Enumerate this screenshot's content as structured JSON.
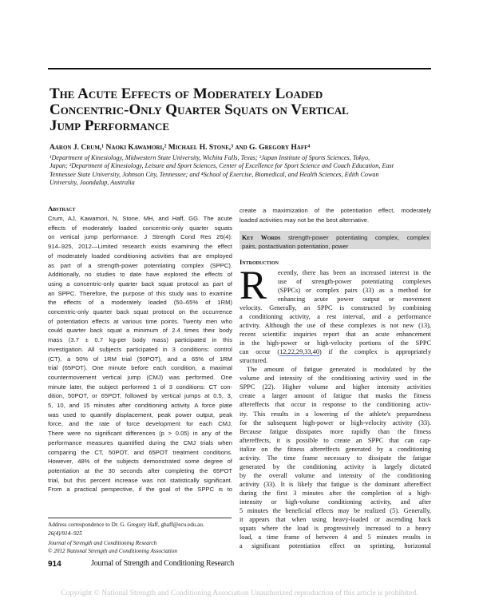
{
  "title_lines": [
    "The Acute Effects of Moderately Loaded",
    "Concentric-Only Quarter Squats on Vertical",
    "Jump Performance"
  ],
  "authors": "Aaron J. Crum,¹ Naoki Kawamori,² Michael H. Stone,³ and G. Gregory Haff⁴",
  "affiliations": [
    "¹Department of Kinesiology, Midwestern State University, Wichita Falls, Texas; ²Japan Institute of Sports Sciences, Tokyo,",
    "Japan; ³Department of Kinesiology, Leisure and Sport Sciences, Center of Excellence for Sport Science and Coach Education, East",
    "Tennessee State University, Johnson City, Tennessee; and ⁴School of Exercise, Biomedical, and Health Sciences, Edith Cowan",
    "University, Joondalup, Australia"
  ],
  "abstract": {
    "heading": "Abstract",
    "lines": [
      "Crum, AJ, Kawamori, N, Stone, MH, and Haff, GG. The acute",
      "effects of moderately loaded concentric-only quarter squats",
      "on vertical jump performance. J Strength Cond Res 26(4):",
      "914–925, 2012—Limited research exists examining the effect",
      "of moderately loaded conditioning activities that are employed",
      "as part of a strength-power potentiating complex (SPPC).",
      "Additionally, no studies to date have explored the effects of",
      "using a concentric-only quarter back squat protocol as part of",
      "an SPPC. Therefore, the purpose of this study was to examine",
      "the effects of a moderately loaded (50–65% of 1RM)",
      "concentric-only quarter back squat protocol on the occurrence",
      "of potentiation effects at various time points. Twenty men who",
      "could quarter back squat a minimum of 2.4 times their body",
      "mass (3.7 ± 0.7 kg-per body mass) participated in this",
      "investigation. All subjects participated in 3 conditions: control",
      "(CT), a 50% of 1RM trial (50POT), and a 65% of 1RM",
      "trial (65POT). One minute before each condition, a maximal",
      "countermovement vertical jump (CMJ) was performed. One",
      "minute later, the subject performed 1 of 3 conditions: CT con-",
      "dition, 50POT, or 65POT, followed by vertical jumps at 0.5, 3,",
      "5, 10, and 15 minutes after conditioning activity. A force plate",
      "was used to quantify displacement, peak power output, peak",
      "force, and the rate of force development for each CMJ.",
      "There were no significant differences (p > 0.05) in any of the",
      "performance measures quantified during the CMJ trials when",
      "comparing the CT, 50POT, and 65POT treatment conditions.",
      "However, 48% of the subjects demonstrated some degree of",
      "potentiation at the 30 seconds after completing the 65POT",
      "trial, but this percent increase was not statistically significant.",
      "From a practical perspective, if the goal of the SPPC is to"
    ],
    "continued": [
      "create a maximization of the potentiation effect, moderately",
      "loaded activities may not be the best alternative."
    ]
  },
  "key_words": {
    "label": "Key Words",
    "lines": [
      "strength-power potentiating complex, complex",
      "pairs, postactivation potentiation, power"
    ]
  },
  "introduction": {
    "heading": "Introduction",
    "drop_cap": "R",
    "p1_lines": [
      "ecently, there has been an increased interest in the",
      "use of strength-power potentiating complexes",
      "(SPPCs) or complex pairs (33) as a method for",
      "enhancing acute power output or movement",
      "velocity. Generally, an SPPC is constructed by combining",
      "a conditioning activity, a rest interval, and a performance",
      "activity. Although the use of these complexes is not new (13),",
      "recent scientific inquiries report that an acute enhancement",
      "in the high-power or high-velocity portions of the SPPC"
    ],
    "p1_ref_pre": "can occur (",
    "p1_ref": "12,22,29,33,40",
    "p1_ref_post": ") if the complex is appropriately",
    "p1_last": "structured.",
    "p2_lines": [
      "The amount of fatigue generated is modulated by the",
      "volume and intensity of the conditioning activity used in the",
      "SPPC (22). Higher volume and higher intensity activities",
      "create a larger amount of fatigue that masks the fitness",
      "aftereffects that occur in response to the conditioning activ-",
      "ity. This results in a lowering of the athlete's preparedness",
      "for the subsequent high-power or high-velocity activity (33).",
      "Because fatigue dissipates more rapidly than the fitness",
      "aftereffects, it is possible to create an SPPC that can cap-",
      "italize on the fitness aftereffects generated by a conditioning",
      "activity. The time frame necessary to dissipate the fatigue",
      "generated by the conditioning activity is largely dictated",
      "by the overall volume and intensity of the conditioning",
      "activity (33). It is likely that fatigue is the dominant aftereffect",
      "during the first 3 minutes after the completion of a high-",
      "intensity or high-volume conditioning activity, and after",
      "5 minutes the beneficial effects may be realized (5). Generally,",
      "it appears that when using heavy-loaded or ascending back",
      "squats where the load is progressively increased to a heavy",
      "load, a time frame of between 4 and 5 minutes results in",
      "a significant potentiation effect on sprinting, horizontal"
    ]
  },
  "footnote": {
    "correspondence": "Address correspondence to Dr. G. Gregory Haff, ghaff@ecu.edu.au.",
    "citation": "26(4)/914–925",
    "journal": "Journal of Strength and Conditioning Research",
    "copyright": "© 2012 National Strength and Conditioning Association"
  },
  "footer": {
    "page_number": "914",
    "journal": "Journal of Strength and Conditioning Research"
  },
  "watermark": "Copyright © National Strength and Conditioning Association Unauthorized reproduction of this article is prohibited.",
  "colors": {
    "keywords_box": "#d8d8d8",
    "watermark": "#c4c4c4",
    "link_underline": "#5a7fd0"
  }
}
